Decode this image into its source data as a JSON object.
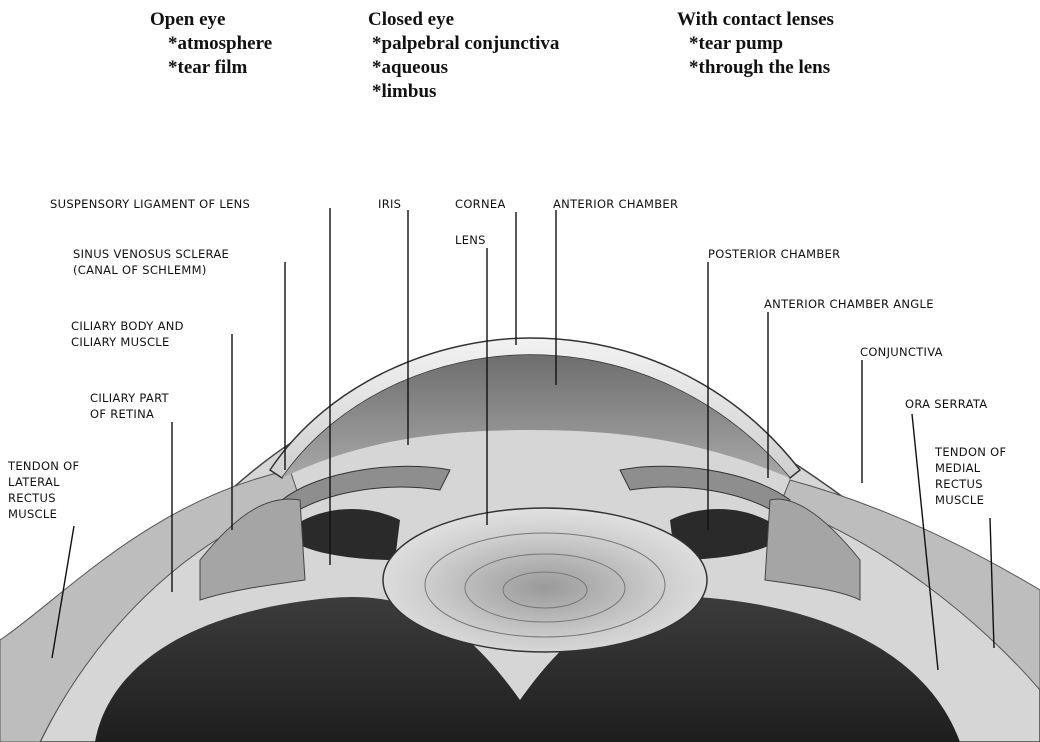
{
  "notes": {
    "open_eye": {
      "heading": "Open eye",
      "items": [
        "*atmosphere",
        "*tear film"
      ]
    },
    "closed_eye": {
      "heading": "Closed eye",
      "items": [
        "*palpebral conjunctiva",
        "*aqueous",
        "*limbus"
      ]
    },
    "contact_lenses": {
      "heading": "With contact lenses",
      "items": [
        "*tear pump",
        "*through the lens"
      ]
    }
  },
  "labels": {
    "suspensory_ligament": "SUSPENSORY LIGAMENT OF LENS",
    "iris": "IRIS",
    "cornea": "CORNEA",
    "lens": "LENS",
    "anterior_chamber": "ANTERIOR CHAMBER",
    "sinus_line1": "SINUS VENOSUS SCLERAE",
    "sinus_line2": "(CANAL OF SCHLEMM)",
    "posterior_chamber": "POSTERIOR CHAMBER",
    "ciliary_body_line1": "CILIARY BODY AND",
    "ciliary_body_line2": "CILIARY MUSCLE",
    "anterior_chamber_angle": "ANTERIOR CHAMBER ANGLE",
    "conjunctiva": "CONJUNCTIVA",
    "ciliary_part_line1": "CILIARY PART",
    "ciliary_part_line2": "OF RETINA",
    "ora_serrata": "ORA SERRATA",
    "tendon_lateral": [
      "TENDON OF",
      "LATERAL",
      "RECTUS",
      "MUSCLE"
    ],
    "tendon_medial": [
      "TENDON OF",
      "MEDIAL",
      "RECTUS",
      "MUSCLE"
    ]
  }
}
